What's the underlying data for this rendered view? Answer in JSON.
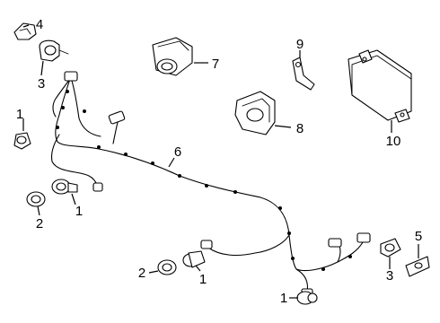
{
  "callouts": [
    {
      "label": "1"
    },
    {
      "label": "1"
    },
    {
      "label": "1"
    },
    {
      "label": "1"
    },
    {
      "label": "2"
    },
    {
      "label": "2"
    },
    {
      "label": "3"
    },
    {
      "label": "3"
    },
    {
      "label": "4"
    },
    {
      "label": "5"
    },
    {
      "label": "6"
    },
    {
      "label": "7"
    },
    {
      "label": "8"
    },
    {
      "label": "9"
    },
    {
      "label": "10"
    }
  ]
}
